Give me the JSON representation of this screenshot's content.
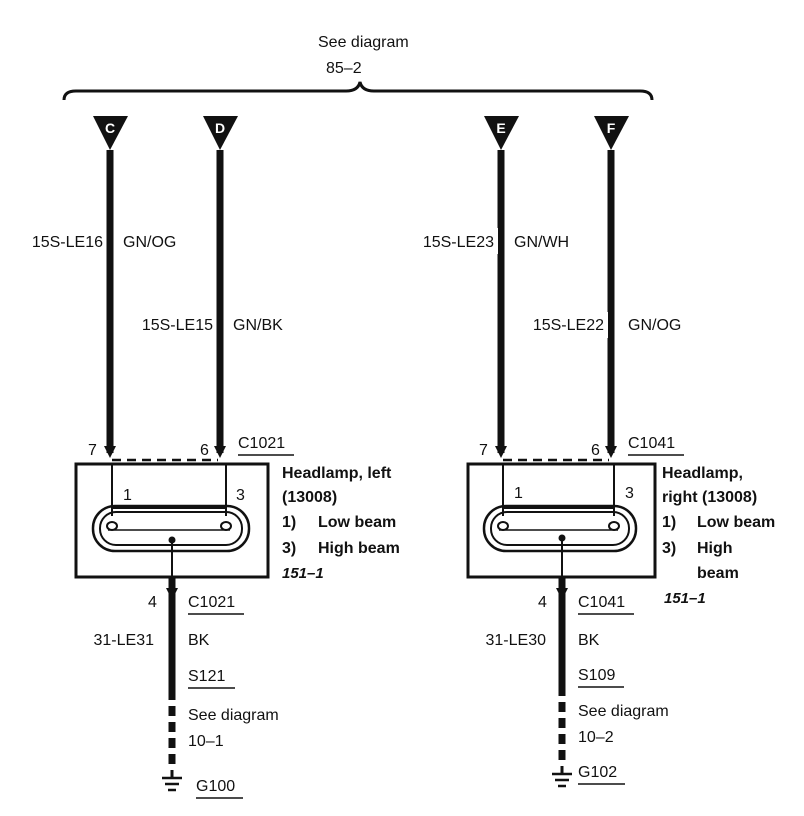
{
  "header": {
    "see_diagram": "See diagram",
    "page_ref": "85–2"
  },
  "left": {
    "conn_top_c": "C",
    "conn_top_d": "D",
    "wire1_circuit": "15S-LE16",
    "wire1_color": "GN/OG",
    "wire2_circuit": "15S-LE15",
    "wire2_color": "GN/BK",
    "pin_a": "7",
    "pin_b": "6",
    "connector": "C1021",
    "inner_pin_1": "1",
    "inner_pin_3": "3",
    "component_line1": "Headlamp, left",
    "component_line2": "(13008)",
    "mode1_num": "1)",
    "mode1_label": "Low beam",
    "mode3_num": "3)",
    "mode3_label": "High beam",
    "page_ref": "151–1",
    "gnd_pin": "4",
    "gnd_connector": "C1021",
    "gnd_circuit": "31-LE31",
    "gnd_color": "BK",
    "splice": "S121",
    "see_diagram": "See diagram",
    "see_ref": "10–1",
    "ground": "G100"
  },
  "right": {
    "conn_top_e": "E",
    "conn_top_f": "F",
    "wire1_circuit": "15S-LE23",
    "wire1_color": "GN/WH",
    "wire2_circuit": "15S-LE22",
    "wire2_color": "GN/OG",
    "pin_a": "7",
    "pin_b": "6",
    "connector": "C1041",
    "inner_pin_1": "1",
    "inner_pin_3": "3",
    "component_line1": "Headlamp,",
    "component_line2": "right (13008)",
    "mode1_num": "1)",
    "mode1_label": "Low beam",
    "mode3_num": "3)",
    "mode3_label": "High",
    "mode3_label2": "beam",
    "page_ref": "151–1",
    "gnd_pin": "4",
    "gnd_connector": "C1041",
    "gnd_circuit": "31-LE30",
    "gnd_color": "BK",
    "splice": "S109",
    "see_diagram": "See diagram",
    "see_ref": "10–2",
    "ground": "G102"
  }
}
